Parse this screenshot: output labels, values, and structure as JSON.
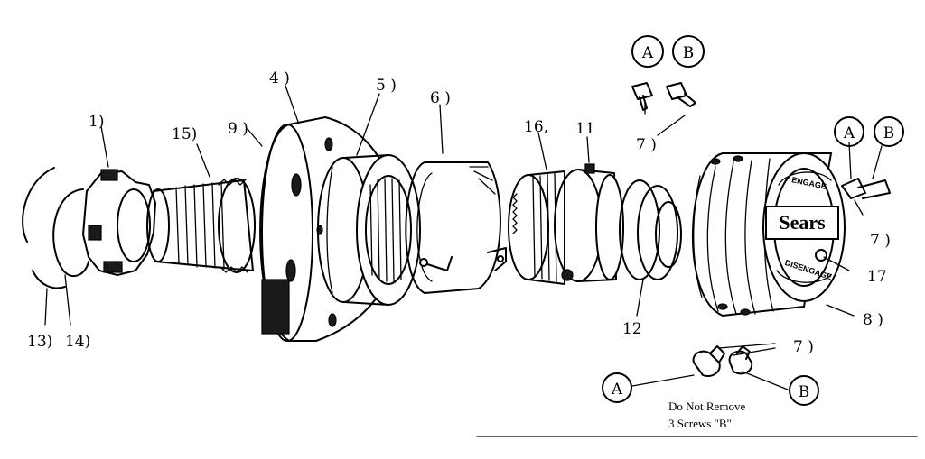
{
  "diagram": {
    "callouts": {
      "c1": "1)",
      "c4": "4 )",
      "c5": "5 )",
      "c6": "6 )",
      "c7a": "7 )",
      "c7b": "7 )",
      "c7c": "7 )",
      "c8": "8 )",
      "c9": "9 )",
      "c11": "11",
      "c12": "12",
      "c13": "13)",
      "c14": "14)",
      "c15": "15)",
      "c16": "16,",
      "c17": "17"
    },
    "screws": {
      "a_top": "A",
      "b_top": "B",
      "a_right": "A",
      "b_right": "B",
      "a_bottom": "A",
      "b_bottom": "B"
    },
    "knob": {
      "brand": "Sears",
      "ring_top": "ENGAGE",
      "ring_bottom": "DISENGAGE"
    },
    "note": {
      "line1": "Do Not Remove",
      "line2": "3 Screws \"B\""
    }
  }
}
